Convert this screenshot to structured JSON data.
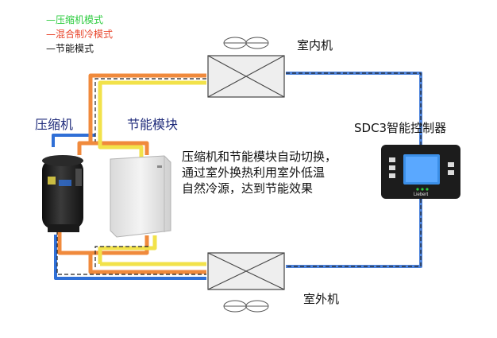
{
  "legend": [
    {
      "label": "—压缩机模式",
      "color": "#2ecc40"
    },
    {
      "label": "—混合制冷模式",
      "color": "#e8452c"
    },
    {
      "label": "—节能模式",
      "color": "#111111"
    }
  ],
  "units": {
    "indoor_label": "室内机",
    "outdoor_label": "室外机",
    "compressor_label": "压缩机",
    "module_label": "节能模块",
    "controller_label": "SDC3智能控制器",
    "controller_brand": "Liebert"
  },
  "description": [
    "压缩机和节能模块自动切换，",
    "通过室外换热利用室外低温",
    "自然冷源，达到节能效果"
  ],
  "colors": {
    "pipe_blue": "#2f6fd6",
    "pipe_orange": "#f08a3c",
    "pipe_yellow": "#f2e24a",
    "pipe_dashed": "#222222",
    "unit_fill": "#eeeeee",
    "title_blue": "#1e2a7a"
  }
}
